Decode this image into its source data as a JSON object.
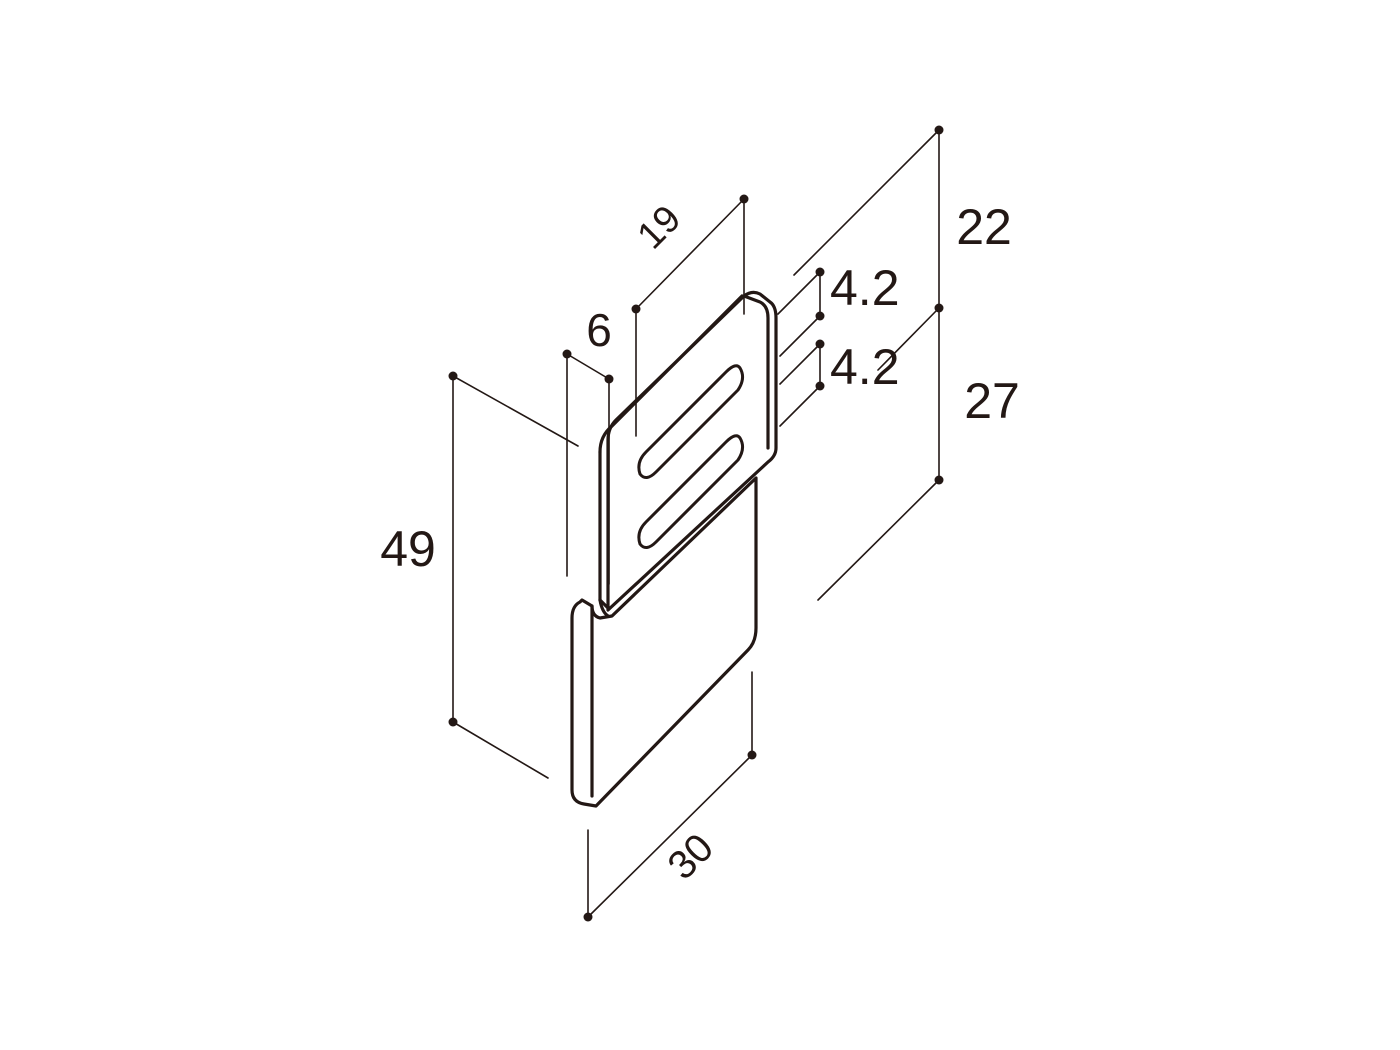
{
  "diagram": {
    "dimensions": {
      "height_total": "49",
      "width": "30",
      "top_depth": "19",
      "plate_offset": "6",
      "slot_width_1": "4.2",
      "slot_width_2": "4.2",
      "upper_height": "22",
      "lower_height": "27"
    },
    "colors": {
      "line": "#231815",
      "background": "#ffffff"
    }
  }
}
